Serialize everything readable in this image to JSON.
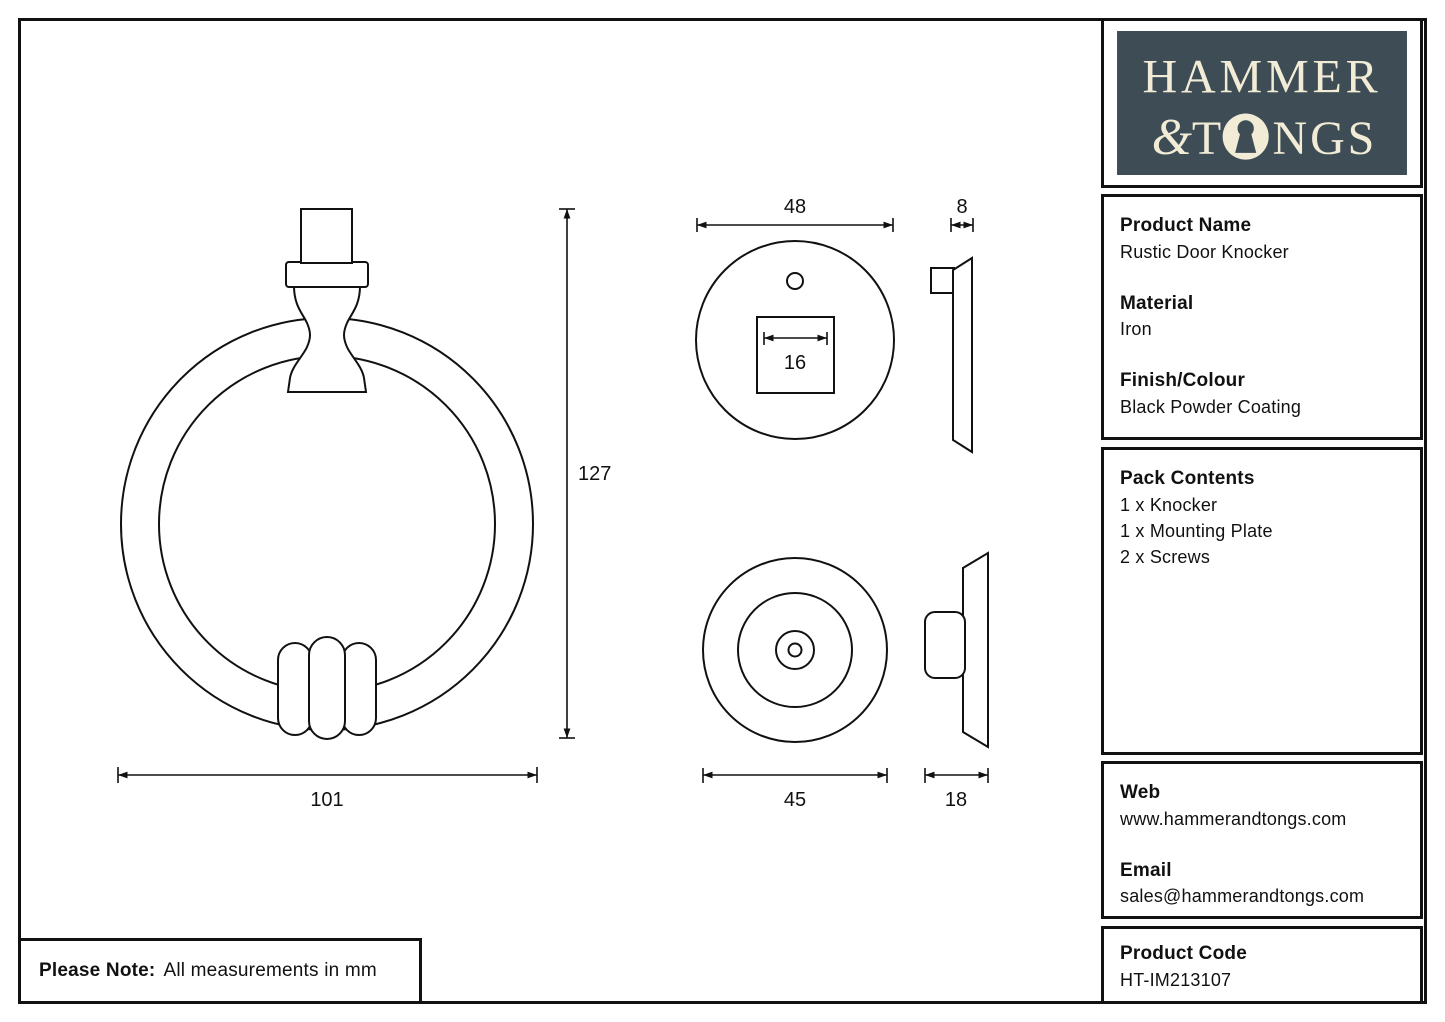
{
  "brand": {
    "logo": {
      "line1": "HAMMER",
      "line2_amp": "&",
      "line2_t": "T",
      "line2_ngs": "NGS"
    },
    "colors": {
      "logo_bg": "#3e4d55",
      "logo_text": "#f2ecd7",
      "line": "#111111"
    }
  },
  "product_info": {
    "name_label": "Product Name",
    "name_value": "Rustic Door Knocker",
    "material_label": "Material",
    "material_value": "Iron",
    "finish_label": "Finish/Colour",
    "finish_value": "Black Powder Coating"
  },
  "pack_contents": {
    "label": "Pack Contents",
    "items": [
      "1 x Knocker",
      "1 x Mounting Plate",
      "2 x Screws"
    ]
  },
  "contact": {
    "web_label": "Web",
    "web_value": "www.hammerandtongs.com",
    "email_label": "Email",
    "email_value": "sales@hammerandtongs.com"
  },
  "product_code": {
    "label": "Product Code",
    "value": "HT-IM213107"
  },
  "note": {
    "label": "Please Note:",
    "text": "All measurements in mm"
  },
  "dimensions": {
    "knocker_width_mm": "101",
    "knocker_height_mm": "127",
    "plate_diameter_mm": "48",
    "plate_depth_mm": "8",
    "square_hole_mm": "16",
    "backplate_diameter_mm": "45",
    "knocker_depth_mm": "18"
  }
}
